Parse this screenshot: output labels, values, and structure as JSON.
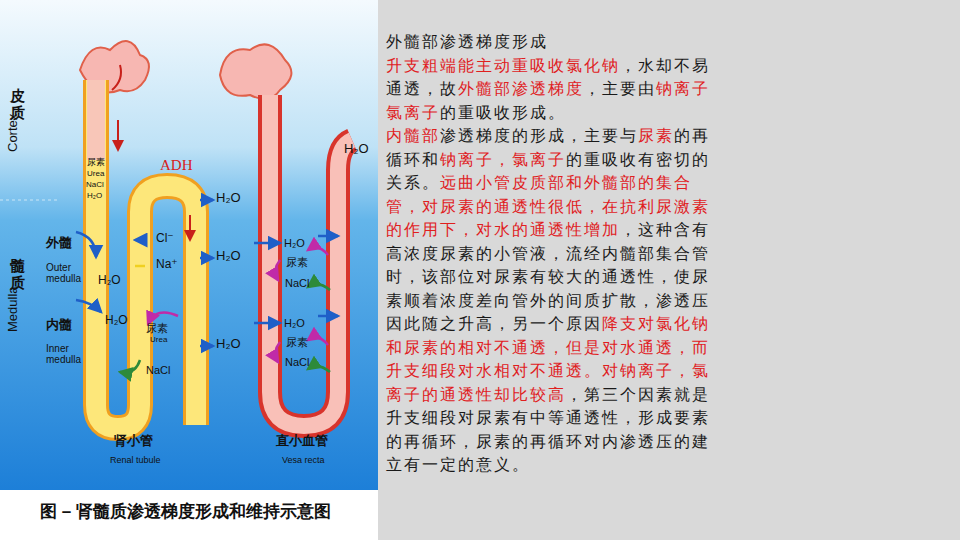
{
  "diagram": {
    "title": "外髓部渗透梯度形成",
    "caption": "图 – 肾髓质渗透梯度形成和维持示意图",
    "labels": [
      "皮质",
      "Cortex",
      "髓质",
      "Medulla",
      "外髓",
      "Outer medulla",
      "内髓",
      "Inner medulla",
      "尿素",
      "Urea",
      "NaCl",
      "H₂O",
      "ADH",
      "H₂O",
      "H₂O",
      "H₂O",
      "H₂O",
      "H₂O",
      "Cl⁻",
      "Na⁺",
      "尿素",
      "Urea",
      "NaCl",
      "肾小管",
      "Renal tubule",
      "H₂O",
      "H₂O",
      "尿素",
      "NaCl",
      "H₂O",
      "尿素",
      "NaCl",
      "直小血管",
      "Vesa recta",
      "升支粗端能主动重吸收氯化钠",
      "，水却不易通透，故",
      "外髓部渗透梯度",
      "，主要由",
      "钠离子氯离子",
      "的重吸收形成。",
      "内髓部",
      "渗透梯度的形成，主要与",
      "尿素",
      "的再循环和",
      "钠离子，氯离子",
      "的重吸收有密切的关系。",
      "远曲小管皮质部和外髓部的集合管，对尿素的通透性很低，在抗利尿激素的作用下，对水的通透性增加",
      "，这种含有高浓度尿素的小管液，流经内髓部集合管时，该部位对尿素有较大的通透性，使尿素顺着浓度差向管外的间质扩散，渗透压因此随之升高，另一个原因",
      "降支对氯化钠和尿素的相对不通透，但是对水通透，而升支细段对水相对不通透。对钠离子，氯离子的通透性却比较高",
      "，第三个因素就是升支细段对尿素有中等通透性，形成要素的再循环，尿素的再循环对内渗透压的建立有一定的意义。"
    ]
  }
}
